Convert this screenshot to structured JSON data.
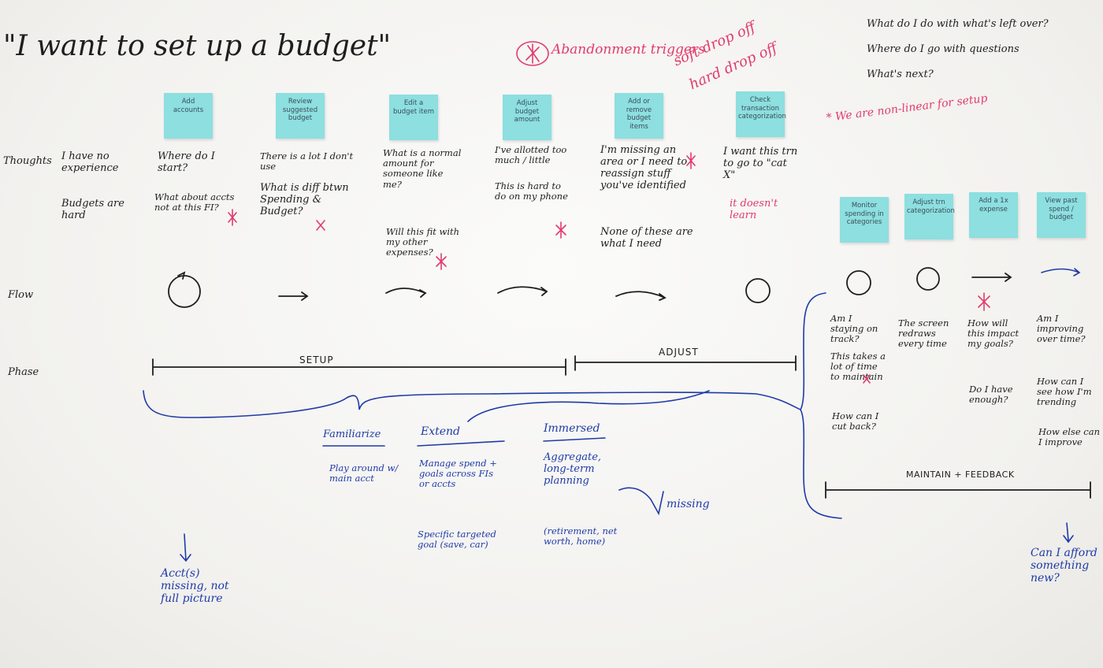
{
  "title": "\"I want to set up a budget\"",
  "abandonment": "Abandonment triggers",
  "soft_drop": "soft drop off",
  "hard_drop": "hard drop off",
  "questions": [
    "What do I do with what's left over?",
    "Where do I go with questions",
    "What's next?"
  ],
  "nonlinear": "* We are non-linear for setup",
  "row_labels": {
    "thoughts": "Thoughts",
    "flow": "Flow",
    "phase": "Phase"
  },
  "thoughts_intro": [
    "I have no experience",
    "Budgets are hard"
  ],
  "steps": [
    {
      "sticky": "Add accounts",
      "thoughts": [
        "Where do I start?",
        "What about accts not at this FI?"
      ]
    },
    {
      "sticky": "Review suggested budget",
      "thoughts": [
        "There is a lot I don't use",
        "What is diff btwn Spending & Budget?"
      ]
    },
    {
      "sticky": "Edit a budget item",
      "thoughts": [
        "What is a normal amount for someone like me?",
        "Will this fit with my other expenses?"
      ]
    },
    {
      "sticky": "Adjust budget amount",
      "thoughts": [
        "I've allotted too much / little",
        "This is hard to do on my phone"
      ]
    },
    {
      "sticky": "Add or remove budget items",
      "thoughts": [
        "I'm missing an area or I need to reassign stuff you've identified",
        "None of these are what I need"
      ]
    },
    {
      "sticky": "Check transaction categorization",
      "thoughts": [
        "I want this trn to go to \"cat X\"",
        "it doesn't learn"
      ]
    }
  ],
  "maintain_steps": [
    {
      "sticky": "Monitor spending in categories",
      "thoughts": [
        "Am I staying on track?",
        "This takes a lot of time to maintain",
        "How can I cut back?"
      ]
    },
    {
      "sticky": "Adjust trn categorization",
      "thoughts": [
        "The screen redraws every time"
      ]
    },
    {
      "sticky": "Add a 1x expense",
      "thoughts": [
        "How will this impact my goals?",
        "Do I have enough?"
      ]
    },
    {
      "sticky": "View past spend / budget",
      "thoughts": [
        "Am I improving over time?",
        "How can I see how I'm trending",
        "How else can I improve"
      ]
    }
  ],
  "phases": {
    "setup": "SETUP",
    "adjust": "ADJUST",
    "maintain": "MAINTAIN + FEEDBACK"
  },
  "stages": [
    {
      "heading": "Familiarize",
      "notes": [
        "Play around w/ main acct"
      ]
    },
    {
      "heading": "Extend",
      "notes": [
        "Manage spend + goals across FIs or accts",
        "Specific targeted goal (save, car)"
      ]
    },
    {
      "heading": "Immersed",
      "notes": [
        "Aggregate, long-term planning",
        "(retirement, net worth, home)"
      ]
    }
  ],
  "missing": "missing",
  "acct_missing": "Acct(s) missing, not full picture",
  "afford": "Can I afford something new?",
  "colors": {
    "black_ink": "#1e1e1e",
    "blue_ink": "#1f3aa8",
    "red_ink": "#e23b6b",
    "sticky": "#8ddfe0"
  }
}
